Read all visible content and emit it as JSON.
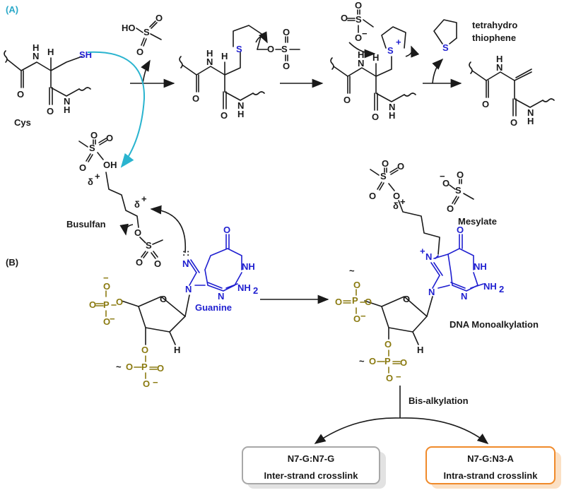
{
  "panels": {
    "a_label": "(A)",
    "b_label": "(B)"
  },
  "colors": {
    "panel_label": "#2aa8c8",
    "heteroatom_blue": "#1f1fd0",
    "phosphate": "#8a7a10",
    "cyan_arrow": "#2ab4cf",
    "box1_border": "#a8a8a8",
    "box2_border": "#f08a2a"
  },
  "labels": {
    "cys": "Cys",
    "sh": "SH",
    "tetrahydro": "tetrahydro",
    "thiophene": "thiophene",
    "busulfan": "Busulfan",
    "mesylate": "Mesylate",
    "guanine": "Guanine",
    "dna_mono": "DNA Monoalkylation",
    "bis": "Bis-alkylation"
  },
  "atoms": {
    "ho": "HO",
    "s": "S",
    "o": "O",
    "h": "H",
    "n": "N",
    "nh": "NH",
    "nh2": "NH",
    "sub2": "2",
    "oh": "OH",
    "p": "P",
    "minus": "−",
    "omin": "O",
    "plus": "+",
    "delta": "δ",
    "lone": ":",
    "wavy": "~"
  },
  "boxes": [
    {
      "line1": "N7-G:N7-G",
      "line2": "Inter-strand crosslink"
    },
    {
      "line1": "N7-G:N3-A",
      "line2": "Intra-strand crosslink"
    }
  ]
}
